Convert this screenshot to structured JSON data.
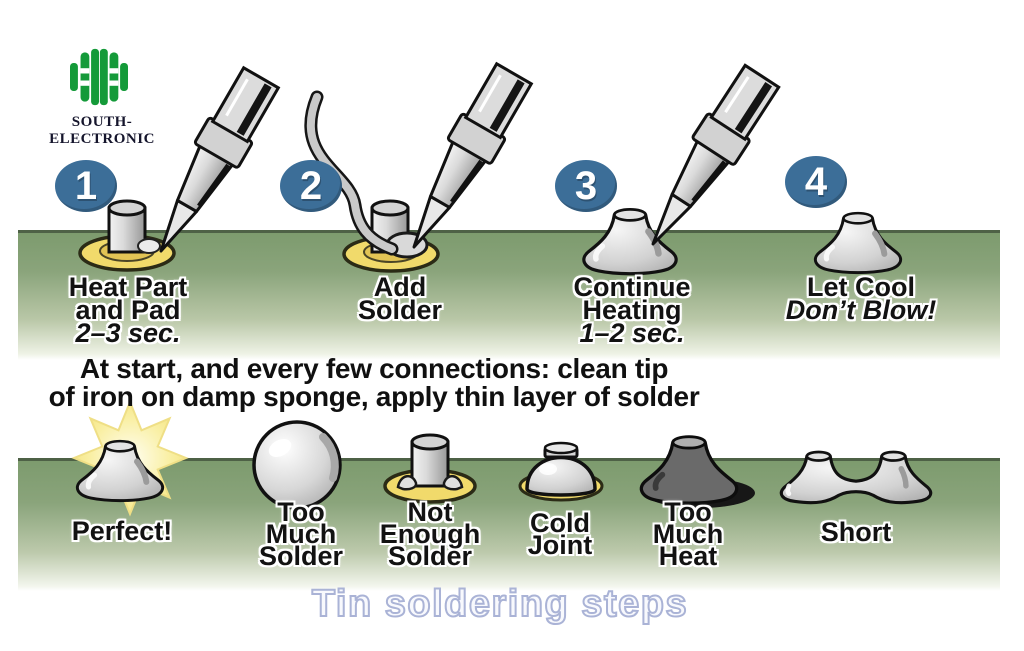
{
  "brand": {
    "name": "SOUTH-ELECTRONIC"
  },
  "steps": [
    {
      "number": "1",
      "line1": "Heat Part",
      "line2": "and Pad",
      "note": "2–3 sec."
    },
    {
      "number": "2",
      "line1": "Add",
      "line2": "Solder"
    },
    {
      "number": "3",
      "line1": "Continue",
      "line2": "Heating",
      "note": "1–2 sec."
    },
    {
      "number": "4",
      "line1": "Let Cool",
      "note": "Don’t Blow!"
    }
  ],
  "advice": {
    "line1": "At start, and every few connections: clean tip",
    "line2": "of iron on damp sponge, apply thin layer of solder"
  },
  "results": [
    {
      "line1": "Perfect!"
    },
    {
      "line1": "Too",
      "line2": "Much",
      "line3": "Solder"
    },
    {
      "line1": "Not",
      "line2": "Enough",
      "line3": "Solder"
    },
    {
      "line1": "Cold",
      "line2": "Joint"
    },
    {
      "line1": "Too",
      "line2": "Much",
      "line3": "Heat"
    },
    {
      "line1": "Short"
    }
  ],
  "footer": {
    "title": "Tin soldering steps"
  },
  "colors": {
    "board_green": "#7d9b6e",
    "board_edge": "#4e6146",
    "pad_yellow": "#f1da6b",
    "badge_blue": "#3c6e98",
    "logo_green": "#149a39",
    "title_outline": "#aab3d6",
    "burnt_joint_gray": "#6a6a6a"
  }
}
